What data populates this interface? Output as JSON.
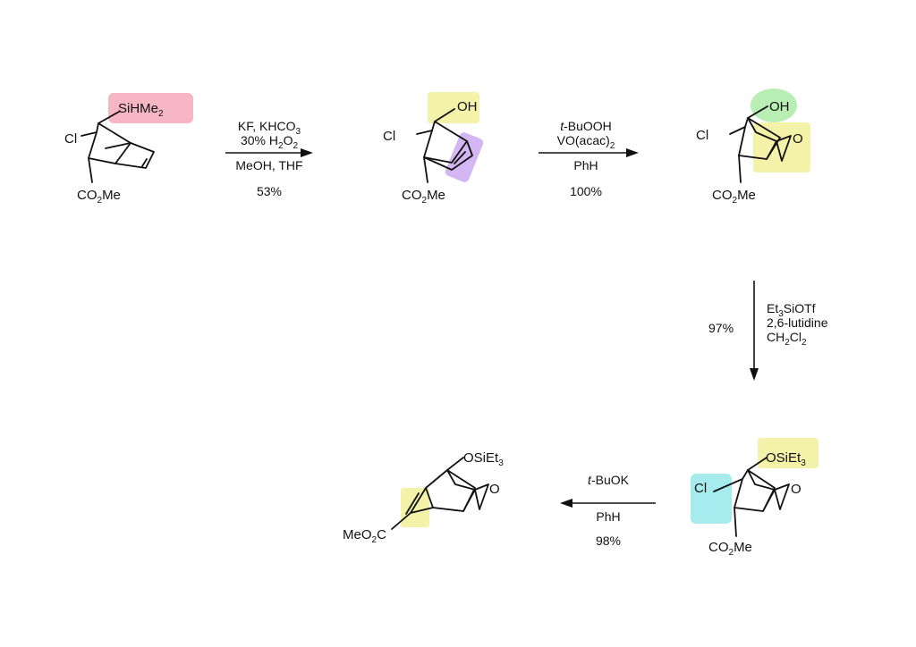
{
  "highlight_colors": {
    "pink": "#f6b6c4",
    "yellow": "#f4f1a9",
    "purple": "#d3b6f2",
    "green": "#b8edb4",
    "cyan": "#a6ecee"
  },
  "compounds": {
    "c1": {
      "si_group": "SiHMe",
      "si_sub": "2",
      "cl": "Cl",
      "ester_a": "CO",
      "ester_sub": "2",
      "ester_b": "Me"
    },
    "c2": {
      "oh": "OH",
      "cl": "Cl",
      "ester_a": "CO",
      "ester_sub": "2",
      "ester_b": "Me"
    },
    "c3": {
      "oh": "OH",
      "o": "O",
      "cl": "Cl",
      "ester_a": "CO",
      "ester_sub": "2",
      "ester_b": "Me"
    },
    "c4": {
      "otes_a": "OSiEt",
      "otes_sub": "3",
      "o": "O",
      "cl": "Cl",
      "ester_a": "CO",
      "ester_sub": "2",
      "ester_b": "Me"
    },
    "c5": {
      "otes_a": "OSiEt",
      "otes_sub": "3",
      "o": "O",
      "ester_a": "MeO",
      "ester_sub": "2",
      "ester_b": "C"
    }
  },
  "steps": {
    "s1": {
      "reagent1_a": "KF, KHCO",
      "reagent1_sub": "3",
      "reagent2_a": "30% H",
      "reagent2_sub1": "2",
      "reagent2_b": "O",
      "reagent2_sub2": "2",
      "solvent": "MeOH, THF",
      "yield": "53%"
    },
    "s2": {
      "reagent1_italic": "t",
      "reagent1_rest": "-BuOOH",
      "reagent2_a": "VO(acac)",
      "reagent2_sub": "2",
      "solvent": "PhH",
      "yield": "100%"
    },
    "s3": {
      "reagent1_a": "Et",
      "reagent1_sub": "3",
      "reagent1_b": "SiOTf",
      "reagent2": "2,6-lutidine",
      "solvent_a": "CH",
      "solvent_sub1": "2",
      "solvent_b": "Cl",
      "solvent_sub2": "2",
      "yield": "97%"
    },
    "s4": {
      "reagent_italic": "t",
      "reagent_rest": "-BuOK",
      "solvent": "PhH",
      "yield": "98%"
    }
  }
}
